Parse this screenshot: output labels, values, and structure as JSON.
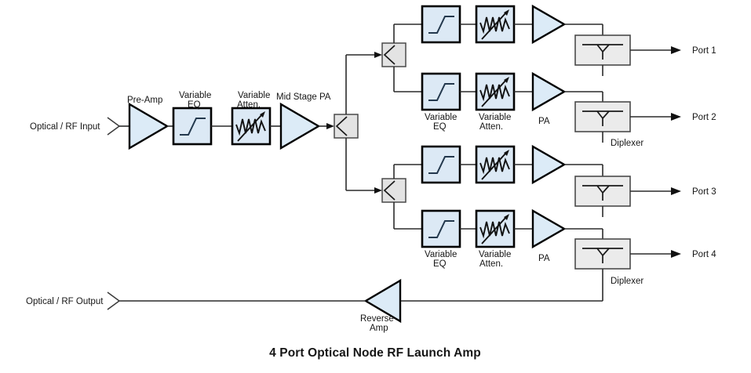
{
  "diagram": {
    "title": "4 Port Optical Node RF Launch Amp",
    "io": {
      "input_label": "Optical / RF Input",
      "output_label": "Optical / RF Output"
    },
    "forward_chain": {
      "preamp_label": "Pre-Amp",
      "eq_label_line1": "Variable",
      "eq_label_line2": "EQ",
      "atten_label_line1": "Variable",
      "atten_label_line2": "Atten.",
      "mid_stage_label": "Mid Stage PA"
    },
    "branch_labels": {
      "eq_line1": "Variable",
      "eq_line2": "EQ",
      "atten_line1": "Variable",
      "atten_line2": "Atten.",
      "pa": "PA",
      "diplexer": "Diplexer"
    },
    "ports": [
      {
        "label": "Port 1"
      },
      {
        "label": "Port 2"
      },
      {
        "label": "Port 3"
      },
      {
        "label": "Port 4"
      }
    ],
    "reverse_path": {
      "amp_label_line1": "Reverse",
      "amp_label_line2": "Amp"
    },
    "icons": {
      "amplifier": "amplifier-triangle-icon",
      "equalizer": "equalizer-s-curve-icon",
      "attenuator": "attenuator-zigzag-arrow-icon",
      "splitter": "splitter-chevron-icon",
      "diplexer": "diplexer-y-filter-icon",
      "input_marker": "open-chevron-icon",
      "flow_arrow": "arrow-head-icon"
    },
    "colors": {
      "amp_fill": "#dcebf7",
      "block_fill": "#dce9f5",
      "splitter_fill": "#e3e3e3",
      "diplexer_fill": "#ebebeb",
      "wire": "#2b2b2b",
      "outline": "#000000",
      "background": "#ffffff",
      "text": "#161616"
    }
  }
}
